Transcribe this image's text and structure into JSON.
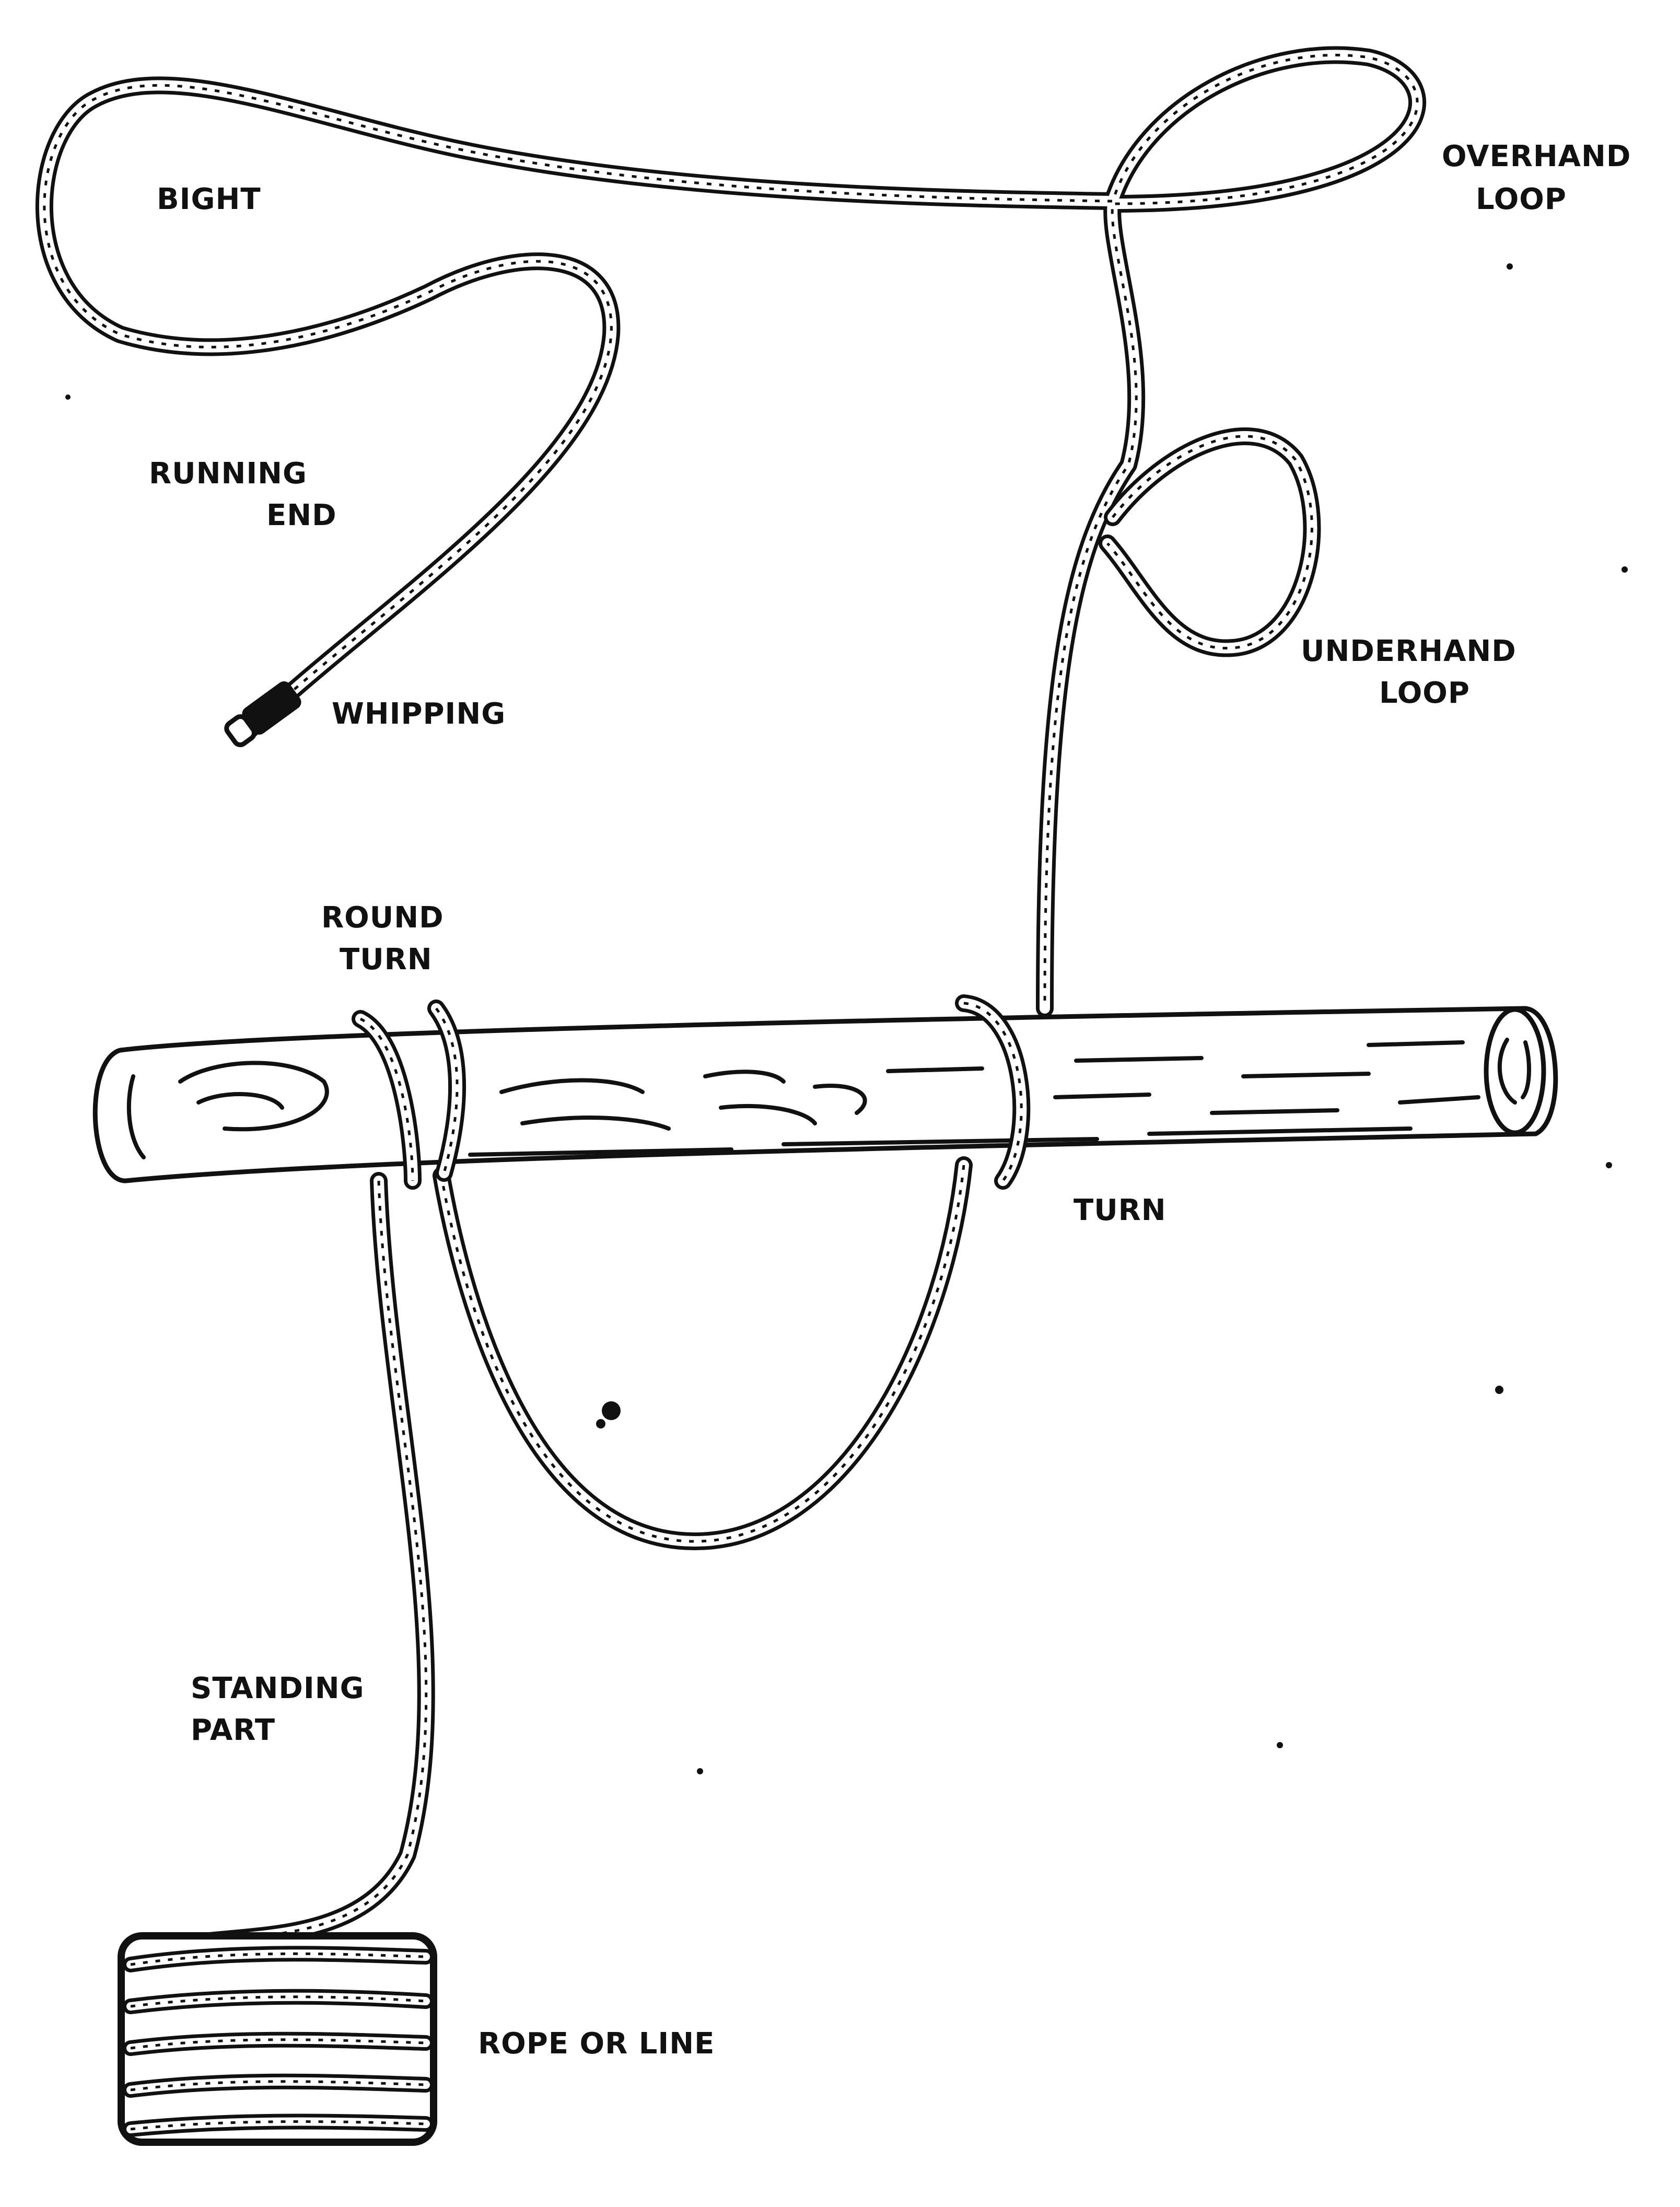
{
  "labels": {
    "bight": "BIGHT",
    "overhand_loop_1": "OVERHAND",
    "overhand_loop_2": "LOOP",
    "running_end_1": "RUNNING",
    "running_end_2": "END",
    "whipping": "WHIPPING",
    "underhand_loop_1": "UNDERHAND",
    "underhand_loop_2": "LOOP",
    "round_turn_1": "ROUND",
    "round_turn_2": "TURN",
    "turn": "TURN",
    "standing_part_1": "STANDING",
    "standing_part_2": "PART",
    "rope_or_line": "ROPE OR LINE"
  },
  "colors": {
    "ink": "#111111",
    "paper": "#ffffff"
  }
}
